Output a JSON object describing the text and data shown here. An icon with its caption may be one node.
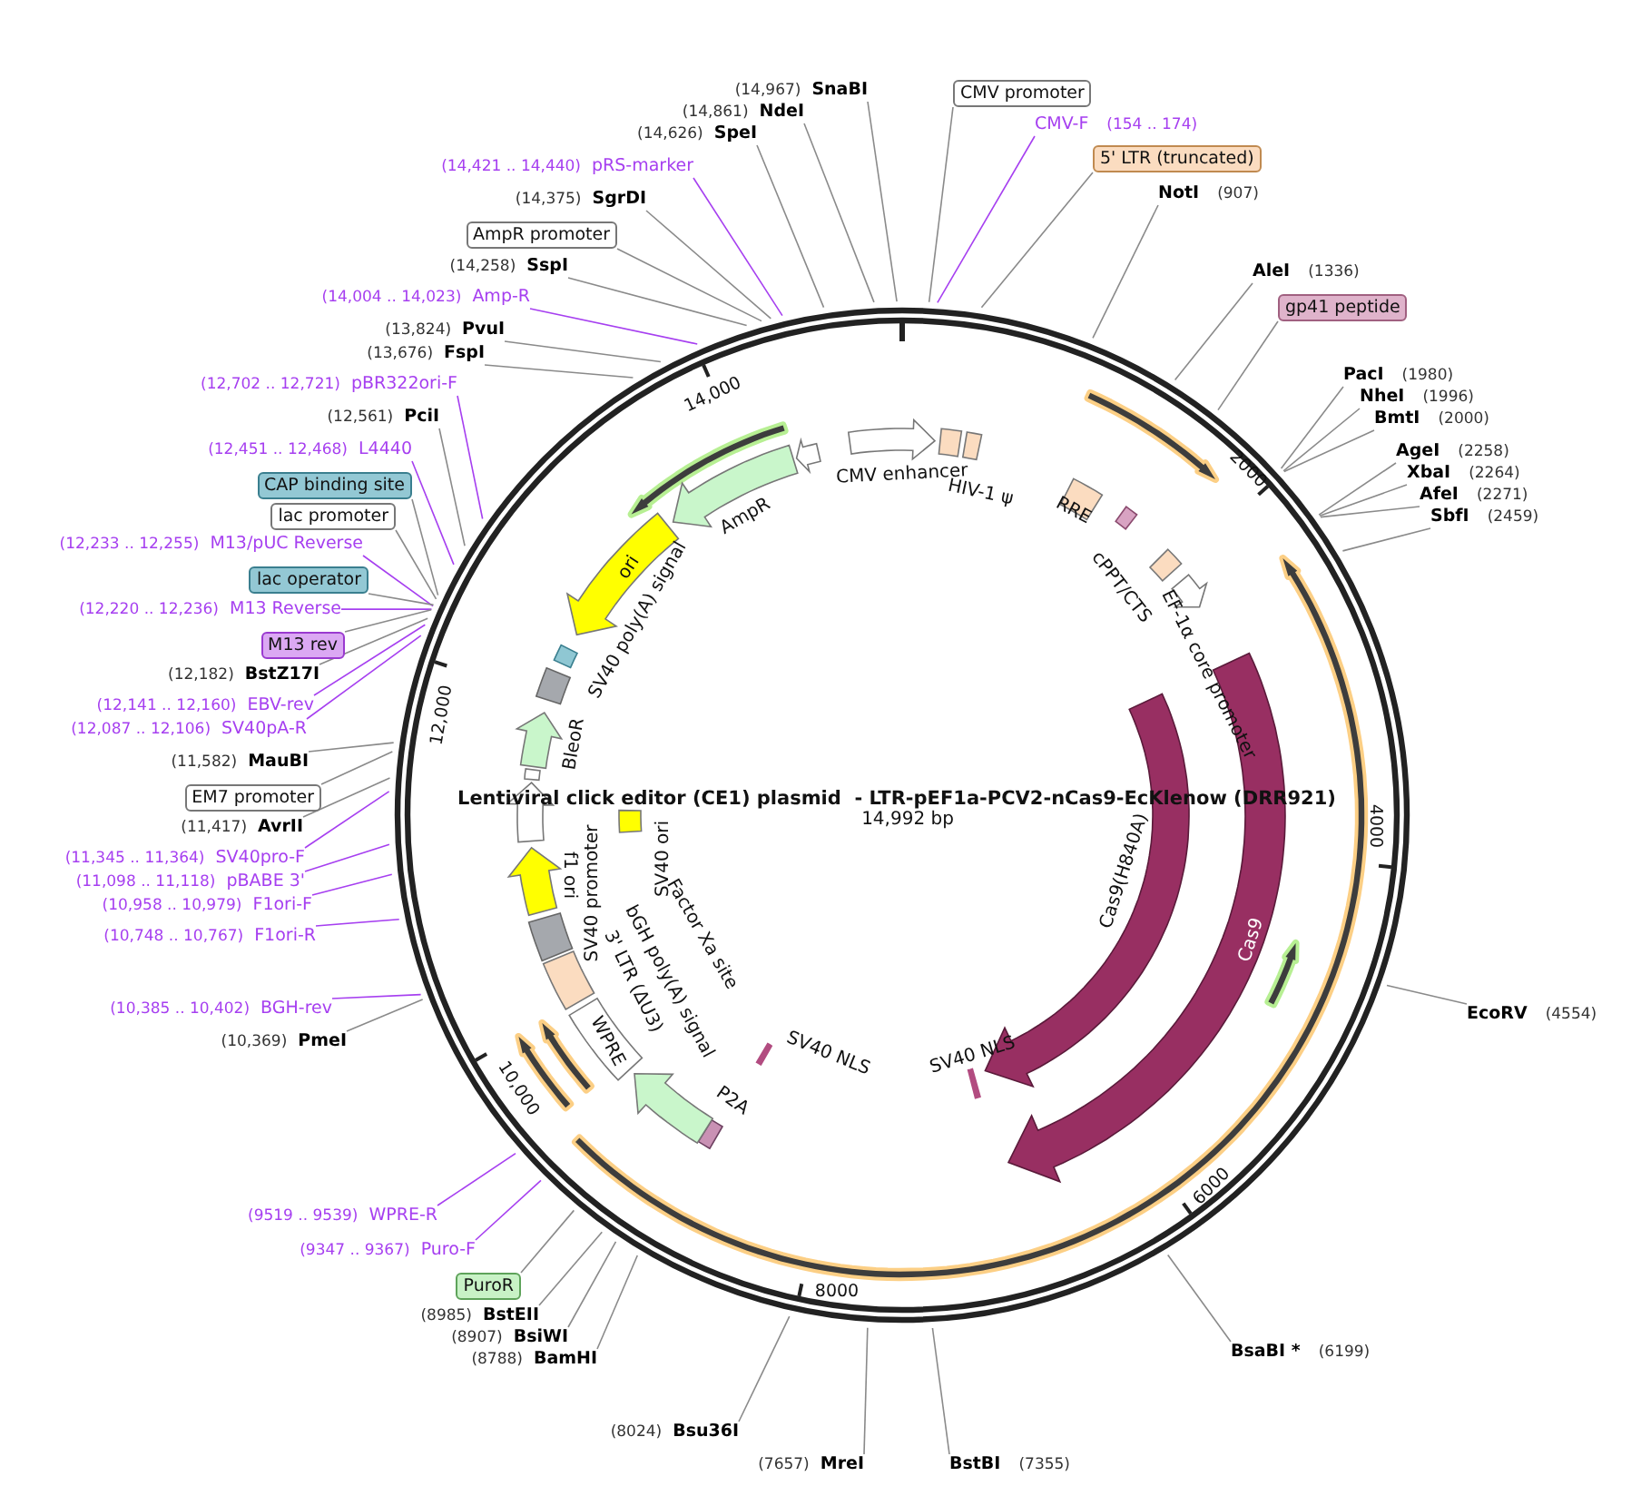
{
  "diagram": {
    "title": "Lentiviral click editor (CE1) plasmid  - LTR-pEF1a-PCV2-nCas9-EcKlenow (DRR921)",
    "nodes": [
      {
        "text": [
          "(14,967)",
          "SnaBI"
        ]
      },
      {
        "text": [
          "(14,861)",
          "NdeI"
        ]
      },
      {
        "text": [
          "(14,626)",
          "SpeI"
        ]
      },
      {
        "text": [
          "(14,421 .. 14,440)",
          "pRS-marker"
        ]
      },
      {
        "text": [
          "(14,375)",
          "SgrDI"
        ]
      },
      {
        "text": [
          "AmpR promoter"
        ]
      },
      {
        "text": [
          "(14,258)",
          "SspI"
        ]
      },
      {
        "text": [
          "(14,004 .. 14,023)",
          "Amp-R"
        ]
      },
      {
        "text": [
          "(13,824)",
          "PvuI"
        ]
      },
      {
        "text": [
          "(13,676)",
          "FspI"
        ]
      },
      {
        "text": [
          "(12,702 .. 12,721)",
          "pBR322ori-F"
        ]
      },
      {
        "text": [
          "(12,561)",
          "PciI"
        ]
      },
      {
        "text": [
          "(12,451 .. 12,468)",
          "L4440"
        ]
      },
      {
        "text": [
          "CAP binding site"
        ]
      },
      {
        "text": [
          "lac promoter"
        ]
      },
      {
        "text": [
          "(12,233 .. 12,255)",
          "M13/pUC Reverse"
        ]
      },
      {
        "text": [
          "lac operator"
        ]
      },
      {
        "text": [
          "(12,220 .. 12,236)",
          "M13 Reverse"
        ]
      },
      {
        "text": [
          "M13 rev"
        ]
      },
      {
        "text": [
          "(12,182)",
          "BstZ17I"
        ]
      },
      {
        "text": [
          "(12,141 .. 12,160)",
          "EBV-rev"
        ]
      },
      {
        "text": [
          "(12,087 .. 12,106)",
          "SV40pA-R"
        ]
      },
      {
        "text": [
          "(11,582)",
          "MauBI"
        ]
      },
      {
        "text": [
          "EM7 promoter"
        ]
      },
      {
        "text": [
          "(11,417)",
          "AvrII"
        ]
      },
      {
        "text": [
          "(11,345 .. 11,364)",
          "SV40pro-F"
        ]
      },
      {
        "text": [
          "(11,098 .. 11,118)",
          "pBABE 3'"
        ]
      },
      {
        "text": [
          "(10,958 .. 10,979)",
          "F1ori-F"
        ]
      },
      {
        "text": [
          "(10,748 .. 10,767)",
          "F1ori-R"
        ]
      },
      {
        "text": [
          "(10,385 .. 10,402)",
          "BGH-rev"
        ]
      },
      {
        "text": [
          "(10,369)",
          "PmeI"
        ]
      },
      {
        "text": [
          "(9519 .. 9539)",
          "WPRE-R"
        ]
      },
      {
        "text": [
          "(9347 .. 9367)",
          "Puro-F"
        ]
      },
      {
        "text": [
          "PuroR"
        ]
      },
      {
        "text": [
          "(8985)",
          "BstEII"
        ]
      },
      {
        "text": [
          "(8907)",
          "BsiWI"
        ]
      },
      {
        "text": [
          "(8788)",
          "BamHI"
        ]
      },
      {
        "text": [
          "(8024)",
          "Bsu36I"
        ]
      },
      {
        "text": [
          "(7657)",
          "MreI"
        ]
      },
      {
        "text": [
          "CMV promoter"
        ]
      },
      {
        "text": [
          "CMV-F",
          "(154 .. 174)"
        ]
      },
      {
        "text": [
          "5' LTR (truncated)"
        ]
      },
      {
        "text": [
          "NotI",
          "(907)"
        ]
      },
      {
        "text": [
          "AleI",
          "(1336)"
        ]
      },
      {
        "text": [
          "gp41 peptide"
        ]
      },
      {
        "text": [
          "PacI",
          "(1980)"
        ]
      },
      {
        "text": [
          "NheI",
          "(1996)"
        ]
      },
      {
        "text": [
          "BmtI",
          "(2000)"
        ]
      },
      {
        "text": [
          "AgeI",
          "(2258)"
        ]
      },
      {
        "text": [
          "XbaI",
          "(2264)"
        ]
      },
      {
        "text": [
          "AfeI",
          "(2271)"
        ]
      },
      {
        "text": [
          "SbfI",
          "(2459)"
        ]
      },
      {
        "text": [
          "EcoRV",
          "(4554)"
        ]
      },
      {
        "text": [
          "BsaBI *",
          "(6199)"
        ]
      },
      {
        "text": [
          "BstBI",
          "(7355)"
        ]
      }
    ],
    "edges": [
      {
        "from": 0,
        "to": null,
        "arrow": "none"
      },
      {
        "from": 1,
        "to": null,
        "arrow": "none"
      },
      {
        "from": 2,
        "to": null,
        "arrow": "none"
      },
      {
        "from": 3,
        "to": null,
        "arrow": "none",
        "color": "#a63ff0"
      },
      {
        "from": 4,
        "to": null,
        "arrow": "none"
      },
      {
        "from": 5,
        "to": null,
        "arrow": "none"
      },
      {
        "from": 6,
        "to": null,
        "arrow": "none"
      },
      {
        "from": 7,
        "to": null,
        "arrow": "none",
        "color": "#a63ff0"
      },
      {
        "from": 8,
        "to": null,
        "arrow": "none"
      },
      {
        "from": 9,
        "to": null,
        "arrow": "none"
      },
      {
        "from": 10,
        "to": null,
        "arrow": "none",
        "color": "#a63ff0"
      },
      {
        "from": 11,
        "to": null,
        "arrow": "none"
      },
      {
        "from": 12,
        "to": null,
        "arrow": "none",
        "color": "#a63ff0"
      },
      {
        "from": 13,
        "to": null,
        "arrow": "none"
      },
      {
        "from": 14,
        "to": null,
        "arrow": "none"
      },
      {
        "from": 15,
        "to": null,
        "arrow": "none",
        "color": "#a63ff0"
      },
      {
        "from": 16,
        "to": null,
        "arrow": "none"
      },
      {
        "from": 17,
        "to": null,
        "arrow": "none",
        "color": "#a63ff0"
      },
      {
        "from": 18,
        "to": null,
        "arrow": "none"
      },
      {
        "from": 19,
        "to": null,
        "arrow": "none"
      },
      {
        "from": 20,
        "to": null,
        "arrow": "none",
        "color": "#a63ff0"
      },
      {
        "from": 21,
        "to": null,
        "arrow": "none",
        "color": "#a63ff0"
      },
      {
        "from": 22,
        "to": null,
        "arrow": "none"
      },
      {
        "from": 23,
        "to": null,
        "arrow": "none"
      },
      {
        "from": 24,
        "to": null,
        "arrow": "none"
      },
      {
        "from": 25,
        "to": null,
        "arrow": "none",
        "color": "#a63ff0"
      },
      {
        "from": 26,
        "to": null,
        "arrow": "none",
        "color": "#a63ff0"
      },
      {
        "from": 27,
        "to": null,
        "arrow": "none",
        "color": "#a63ff0"
      },
      {
        "from": 28,
        "to": null,
        "arrow": "none",
        "color": "#a63ff0"
      },
      {
        "from": 29,
        "to": null,
        "arrow": "none",
        "color": "#a63ff0"
      },
      {
        "from": 30,
        "to": null,
        "arrow": "none"
      },
      {
        "from": 31,
        "to": null,
        "arrow": "none",
        "color": "#a63ff0"
      },
      {
        "from": 32,
        "to": null,
        "arrow": "none",
        "color": "#a63ff0"
      },
      {
        "from": 33,
        "to": null,
        "arrow": "none"
      },
      {
        "from": 34,
        "to": null,
        "arrow": "none"
      },
      {
        "from": 35,
        "to": null,
        "arrow": "none"
      },
      {
        "from": 36,
        "to": null,
        "arrow": "none"
      },
      {
        "from": 37,
        "to": null,
        "arrow": "none"
      },
      {
        "from": 38,
        "to": null,
        "arrow": "none"
      },
      {
        "from": 39,
        "to": null,
        "arrow": "none"
      },
      {
        "from": 40,
        "to": null,
        "arrow": "none",
        "color": "#a63ff0"
      },
      {
        "from": 41,
        "to": null,
        "arrow": "none"
      },
      {
        "from": 42,
        "to": null,
        "arrow": "none"
      },
      {
        "from": 43,
        "to": null,
        "arrow": "none"
      },
      {
        "from": 44,
        "to": null,
        "arrow": "none"
      },
      {
        "from": 45,
        "to": null,
        "arrow": "none"
      },
      {
        "from": 46,
        "to": null,
        "arrow": "none"
      },
      {
        "from": 47,
        "to": null,
        "arrow": "none"
      },
      {
        "from": 48,
        "to": null,
        "arrow": "none"
      },
      {
        "from": 49,
        "to": null,
        "arrow": "none"
      },
      {
        "from": 50,
        "to": null,
        "arrow": "none"
      },
      {
        "from": 51,
        "to": null,
        "arrow": "none"
      },
      {
        "from": 52,
        "to": null,
        "arrow": "none"
      },
      {
        "from": 53,
        "to": null,
        "arrow": "none"
      },
      {
        "from": 54,
        "to": null,
        "arrow": "none"
      }
    ],
    "labels": [
      "14,992 bp",
      "CMV enhancer",
      "HIV-1 ψ",
      "RRE",
      "cPPT/CTS",
      "EF-1α core promoter",
      "Cas9(H840A)",
      "Cas9",
      "SV40 NLS",
      "SV40 NLS",
      "P2A",
      "Factor Xa site",
      "WPRE",
      "3' LTR (ΔU3)",
      "bGH poly(A) signal",
      "f1 ori",
      "SV40 promoter",
      "SV40 ori",
      "BleoR",
      "SV40 poly(A) signal",
      "ori",
      "AmpR",
      "2000",
      "4000",
      "6000",
      "8000",
      "10,000",
      "12,000",
      "14,000"
    ]
  }
}
